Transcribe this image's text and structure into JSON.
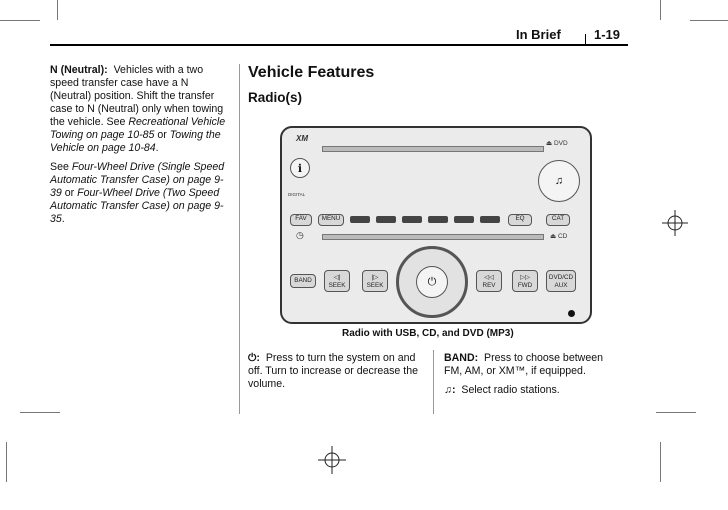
{
  "header": {
    "section": "In Brief",
    "page": "1-19"
  },
  "left_column": {
    "p1_term": "N (Neutral):",
    "p1_text": "Vehicles with a two speed transfer case have a N (Neutral) position. Shift the transfer case to N (Neutral) only when towing the vehicle. See",
    "p1_ref1": "Recreational Vehicle Towing on page 10-85",
    "p1_or": "or",
    "p1_ref2": "Towing the Vehicle on page 10-84",
    "p1_end": ".",
    "p2_see": "See",
    "p2_ref1": "Four-Wheel Drive (Single Speed Automatic Transfer Case) on page 9-39",
    "p2_or": "or",
    "p2_ref2": "Four-Wheel Drive (Two Speed Automatic Transfer Case) on page 9-35",
    "p2_end": "."
  },
  "main": {
    "title": "Vehicle Features",
    "subtitle": "Radio(s)",
    "figure_caption": "Radio with USB, CD, and DVD (MP3)",
    "power_glyph": "⏻",
    "power_colon": ":",
    "power_text": "Press to turn the system on and off. Turn to increase or decrease the volume.",
    "band_term": "BAND:",
    "band_text": "Press to choose between FM, AM, or XM™, if equipped.",
    "tune_glyph": "♫",
    "tune_colon": ":",
    "tune_text": "Select radio stations."
  },
  "radio": {
    "logo": "XM",
    "dvd_eject": "⏏ DVD",
    "cd_eject": "⏏ CD",
    "fav": "FAV",
    "menu": "MENU",
    "eq": "EQ",
    "cat": "CAT",
    "band": "BAND",
    "seek_back": "SEEK",
    "seek_fwd": "SEEK",
    "rev": "REV",
    "fwd": "FWD",
    "dvdcd": "DVD/CD",
    "aux": "AUX",
    "info_icon": "info-icon",
    "digital": "DIGITAL",
    "power": "⏻",
    "tune": "♫",
    "clock": "◷"
  }
}
